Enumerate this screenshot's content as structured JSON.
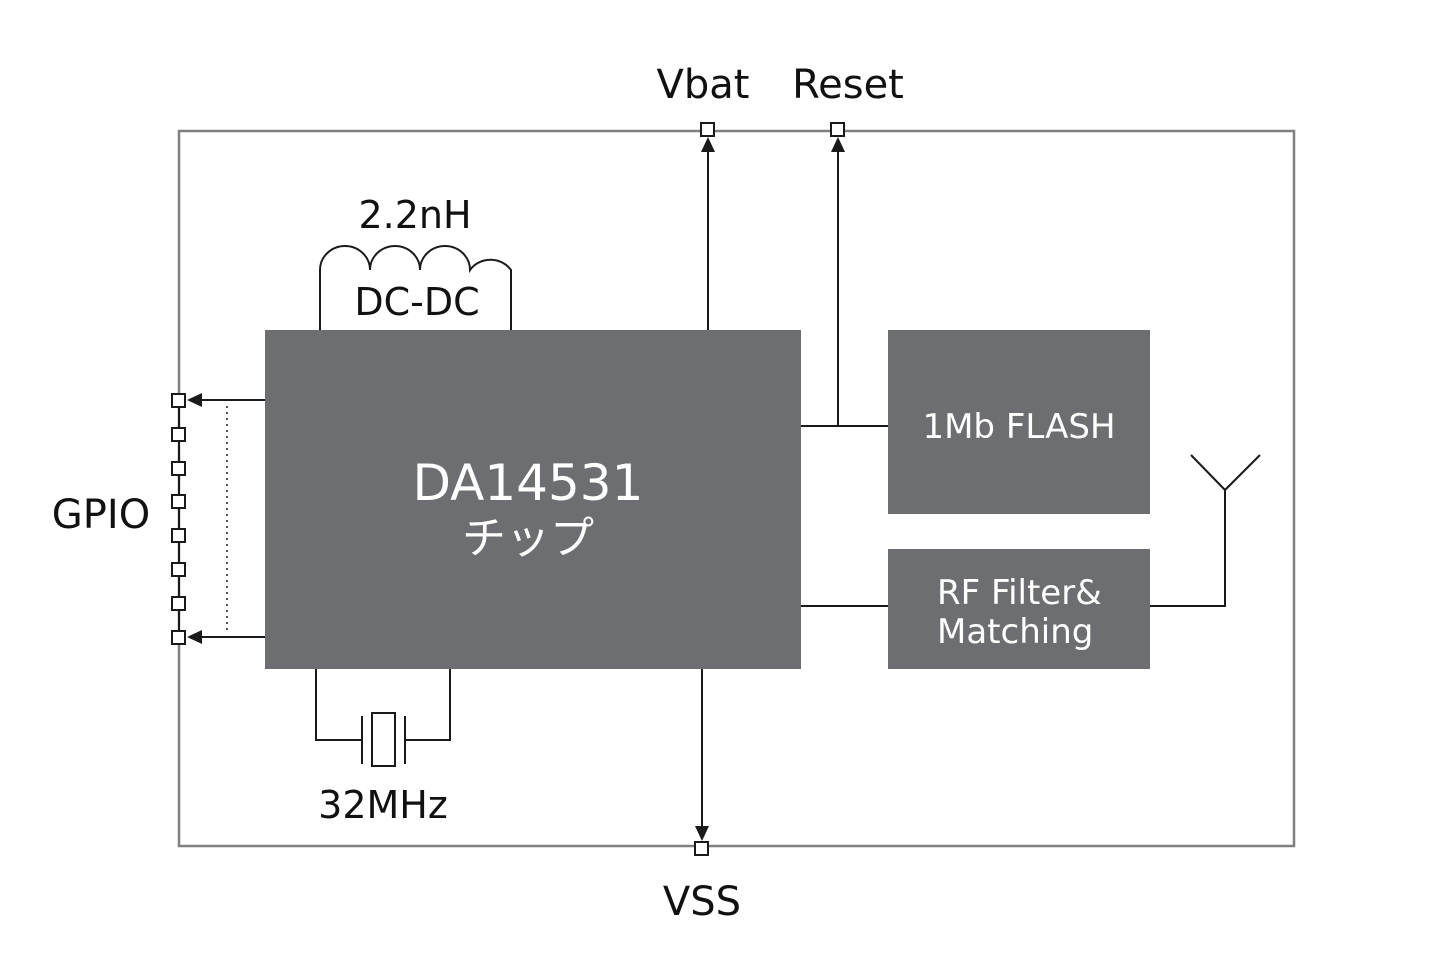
{
  "labels": {
    "vbat": "Vbat",
    "reset": "Reset",
    "inductor": "2.2nH",
    "dcdc": "DC-DC",
    "gpio": "GPIO",
    "crystal": "32MHz",
    "vss": "VSS"
  },
  "blocks": {
    "chip": {
      "line1": "DA14531",
      "line2": "チップ"
    },
    "flash": {
      "label": "1Mb FLASH"
    },
    "rf": {
      "line1": "RF Filter&",
      "line2": "Matching"
    }
  },
  "colors": {
    "block_fill": "#6d6e71",
    "frame": "#808080",
    "line": "#1a1a1a",
    "text": "#111111"
  },
  "icons": {
    "antenna": "antenna-icon",
    "inductor": "inductor-coil-icon",
    "crystal": "crystal-oscillator-icon"
  }
}
